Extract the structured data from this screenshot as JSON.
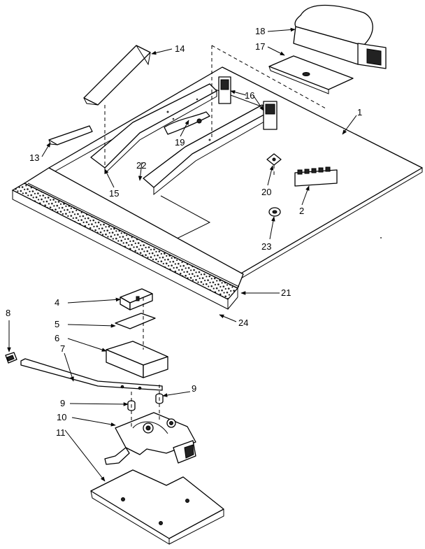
{
  "callouts": {
    "c1": "1",
    "c2": "2",
    "c4": "4",
    "c5": "5",
    "c6": "6",
    "c7": "7",
    "c8": "8",
    "c9a": "9",
    "c9b": "9",
    "c10": "10",
    "c11": "11",
    "c13": "13",
    "c14": "14",
    "c15": "15",
    "c16": "16",
    "c17": "17",
    "c18": "18",
    "c19": "19",
    "c20": "20",
    "c21": "21",
    "c22": "22",
    "c23": "23",
    "c24": "24"
  }
}
